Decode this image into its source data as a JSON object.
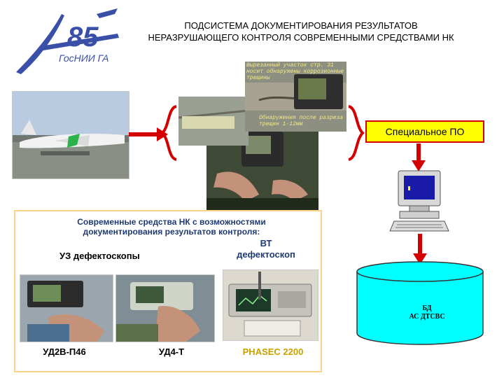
{
  "header": {
    "title_line1": "ПОДСИСТЕМА ДОКУМЕНТИРОВАНИЯ РЕЗУЛЬТАТОВ",
    "title_line2": "НЕРАЗРУШАЮЩЕГО КОНТРОЛЯ СОВРЕМЕННЫМИ СРЕДСТВАМИ НК"
  },
  "logo": {
    "number": "85",
    "name": "ГосНИИ ГА"
  },
  "flow": {
    "software_label": "Специальное ПО"
  },
  "photo_notes": {
    "note_top": "Вырезанный участок стр. 31 носит обнаружены коррозионные трещины",
    "note_bottom": "Обнаружения после разреза трещин 1-12мм"
  },
  "panel": {
    "heading_line1": "Современные средства НК с возможностями",
    "heading_line2": "документирования результатов контроля:",
    "group_ut": "УЗ дефектоскопы",
    "group_vt_line1": "ВТ",
    "group_vt_line2": "дефектоскоп",
    "device1": "УД2В-П46",
    "device2": "УД4-Т",
    "device3": "PHASEC 2200"
  },
  "database": {
    "line1": "БД",
    "line2": "АС ДТСВС"
  },
  "colors": {
    "arrow": "#d40000",
    "panel_border": "#ffd38a",
    "db_fill": "#00ffff",
    "po_fill": "#ffff00",
    "logo_blue": "#3a4fa8",
    "device3_text": "#c8a000"
  }
}
